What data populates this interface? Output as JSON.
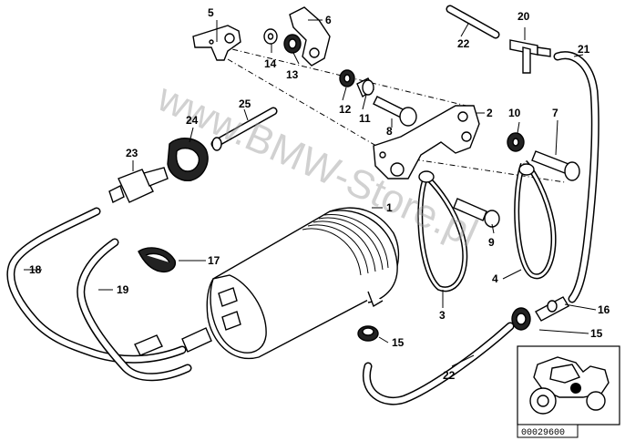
{
  "watermark": "www.BMW-Store.pl",
  "reference_code": "00029600",
  "callouts": {
    "n1": "1",
    "n2": "2",
    "n3": "3",
    "n4": "4",
    "n5": "5",
    "n6": "6",
    "n7": "7",
    "n8": "8",
    "n9": "9",
    "n10": "10",
    "n11": "11",
    "n12": "12",
    "n13": "13",
    "n14": "14",
    "n15a": "15",
    "n15b": "15",
    "n16": "16",
    "n17": "17",
    "n18": "18",
    "n19": "19",
    "n20": "20",
    "n21": "21",
    "n22a": "22",
    "n22b": "22",
    "n23": "23",
    "n24": "24",
    "n25": "25"
  },
  "colors": {
    "line": "#000000",
    "watermark": "#9a9a9a",
    "indicator_dot": "#000000"
  }
}
